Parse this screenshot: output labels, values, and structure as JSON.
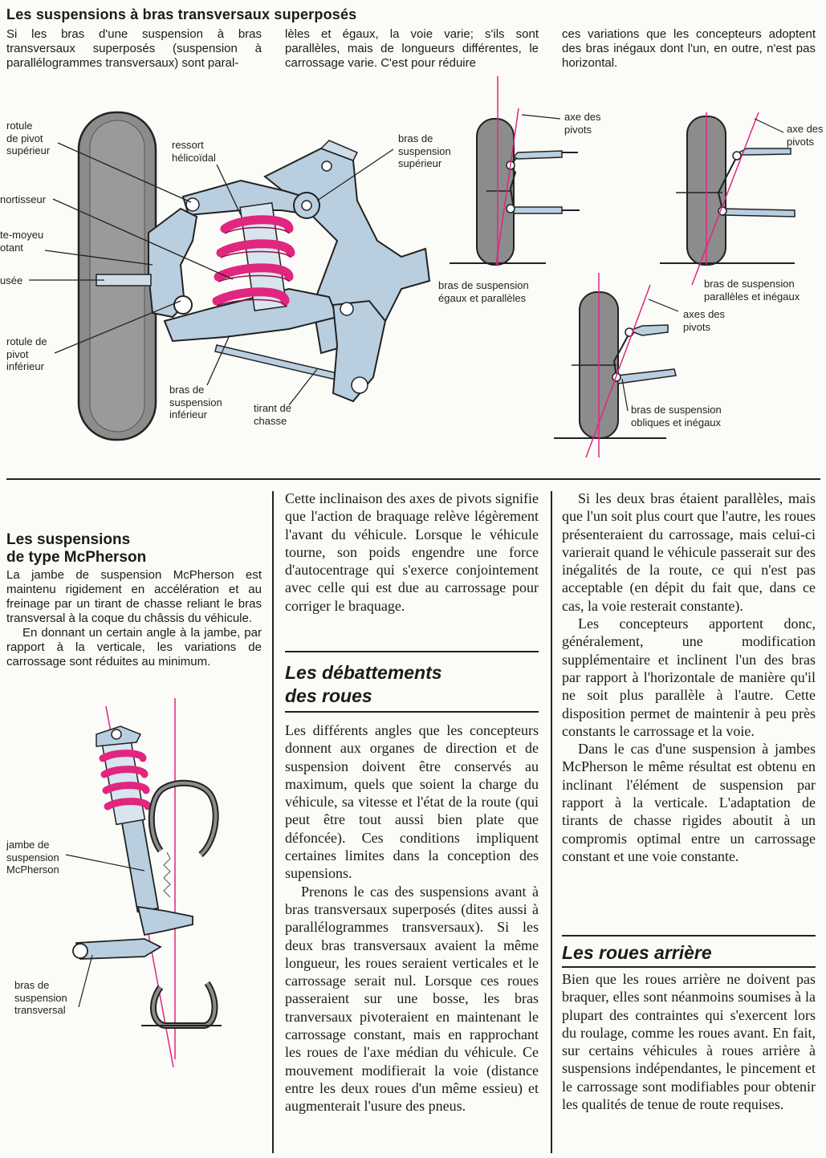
{
  "top": {
    "title": "Les suspensions à bras transversaux superposés",
    "col1": "Si les bras d'une suspension à bras transversaux superposés (suspension à parallélogrammes transversaux) sont paral-",
    "col2": "lèles et égaux, la voie varie; s'ils sont parallèles, mais de longueurs différentes, le carrossage varie. C'est pour réduire",
    "col3": "ces variations que les concepteurs adoptent des bras inégaux dont l'un, en outre, n'est pas horizontal."
  },
  "diagram1": {
    "labels": {
      "rotule_sup": "rotule\nde pivot\nsupérieur",
      "amortisseur": "nortisseur",
      "porte_moyeu": "te-moyeu\notant",
      "fusee": "usée",
      "rotule_inf": "rotule de\npivot\ninférieur",
      "ressort": "ressort\nhélicoïdal",
      "bras_sup": "bras de\nsuspension\nsupérieur",
      "bras_inf": "bras de\nsuspension\ninférieur",
      "tirant": "tirant de\nchasse"
    }
  },
  "diagram2": {
    "labels": {
      "axe1": "axe des\npivots",
      "bras1": "bras de suspension\négaux et parallèles",
      "axe2": "axe des\npivots",
      "bras2": "bras de suspension\nparallèles et inégaux",
      "axe3": "axes des\npivots",
      "bras3": "bras de suspension\nobliques et inégaux"
    }
  },
  "mcpherson": {
    "heading_line1": "Les suspensions",
    "heading_line2": "de type McPherson",
    "para1": "La jambe de suspension McPherson est maintenu rigidement en accélération et au freinage par un tirant de chasse reliant le bras transversal à la coque du châssis du véhicule.",
    "para2": "En donnant un certain angle à la jambe, par rapport à la verticale, les variations de carrossage sont réduites au minimum.",
    "label_jambe": "jambe de\nsuspension\nMcPherson",
    "label_bras": "bras de\nsuspension\ntransversal"
  },
  "col2": {
    "intro": "Cette inclinaison des axes de pivots signifie que l'action de braquage relève légèrement l'avant du véhicule. Lorsque le véhicule tourne, son poids engendre une force d'autocentrage qui s'exerce conjointement avec celle qui est due au carrossage pour corriger le braquage.",
    "heading_line1": "Les débattements",
    "heading_line2": "des roues",
    "para1": "Les différents angles que les concepteurs donnent aux organes de direction et de suspension doivent être conservés au maximum, quels que soient la charge du véhicule, sa vitesse et l'état de la route (qui peut être tout aussi bien plate que défoncée). Ces conditions impliquent certaines limites dans la conception des supensions.",
    "para2": "Prenons le cas des suspensions avant à bras transversaux superposés (dites aussi à parallélogrammes transversaux). Si les deux bras transversaux avaient la même longueur, les roues seraient verticales et le carrossage serait nul. Lorsque ces roues passeraient sur une bosse, les bras tranversaux pivoteraient en maintenant le carrossage constant, mais en rapprochant les roues de l'axe médian du véhicule. Ce mouvement modifierait la voie (distance entre les deux roues d'un même essieu) et augmenterait l'usure des pneus."
  },
  "col3": {
    "para1": "Si les deux bras étaient parallèles, mais que l'un soit plus court que l'autre, les roues présenteraient du carrossage, mais celui-ci varierait quand le véhicule passerait sur des inégalités de la route, ce qui n'est pas acceptable (en dépit du fait que, dans ce cas, la voie resterait constante).",
    "para2": "Les concepteurs apportent donc, généralement, une modification supplémentaire et inclinent l'un des bras par rapport à l'horizontale de manière qu'il ne soit plus parallèle à l'autre. Cette disposition permet de maintenir à peu près constants le carrossage et la voie.",
    "para3": "Dans le cas d'une suspension à jambes McPherson le même résultat est obtenu en inclinant l'élément de suspension par rapport à la verticale. L'adaptation de tirants de chasse rigides aboutit à un compromis optimal entre un carrossage constant et une voie constante.",
    "heading": "Les roues arrière",
    "para4": "Bien que les roues arrière ne doivent pas braquer, elles sont néanmoins soumises à la plupart des contraintes qui s'exercent lors du roulage, comme les roues avant. En fait, sur certains véhicules à roues arrière à suspensions indépendantes, le pincement et le carrossage sont modifiables pour obtenir les qualités de tenue de route requises."
  },
  "colors": {
    "spring": "#e0267e",
    "metal": "#b9cfe0",
    "tyre": "#8a8a8a",
    "axis": "#e0267e"
  }
}
